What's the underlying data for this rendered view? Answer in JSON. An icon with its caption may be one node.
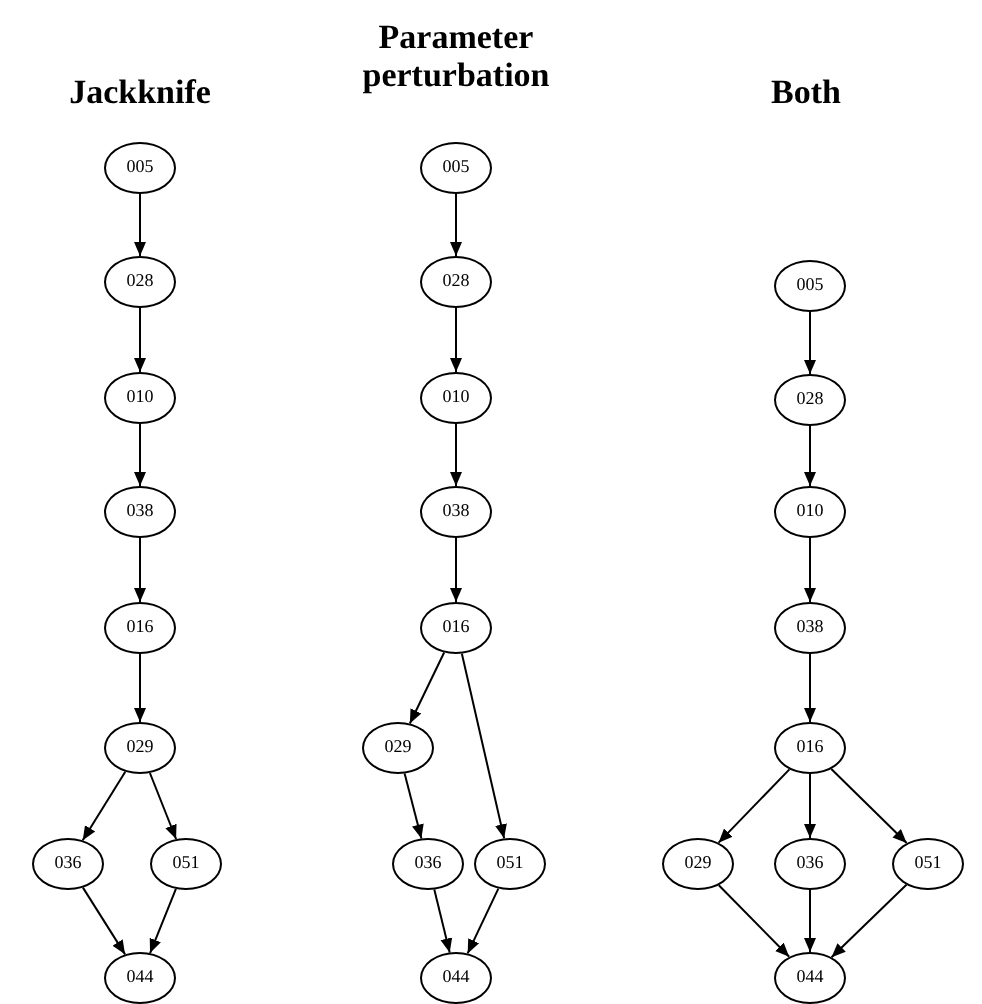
{
  "diagram": {
    "nodes": [
      {
        "text": [
          "005"
        ]
      },
      {
        "text": [
          "028"
        ]
      },
      {
        "text": [
          "010"
        ]
      },
      {
        "text": [
          "038"
        ]
      },
      {
        "text": [
          "016"
        ]
      },
      {
        "text": [
          "029"
        ]
      },
      {
        "text": [
          "036"
        ]
      },
      {
        "text": [
          "051"
        ]
      },
      {
        "text": [
          "044"
        ]
      },
      {
        "text": [
          "005"
        ]
      },
      {
        "text": [
          "028"
        ]
      },
      {
        "text": [
          "010"
        ]
      },
      {
        "text": [
          "038"
        ]
      },
      {
        "text": [
          "016"
        ]
      },
      {
        "text": [
          "029"
        ]
      },
      {
        "text": [
          "036"
        ]
      },
      {
        "text": [
          "051"
        ]
      },
      {
        "text": [
          "044"
        ]
      },
      {
        "text": [
          "005"
        ]
      },
      {
        "text": [
          "028"
        ]
      },
      {
        "text": [
          "010"
        ]
      },
      {
        "text": [
          "038"
        ]
      },
      {
        "text": [
          "016"
        ]
      },
      {
        "text": [
          "029"
        ]
      },
      {
        "text": [
          "036"
        ]
      },
      {
        "text": [
          "051"
        ]
      },
      {
        "text": [
          "044"
        ]
      }
    ],
    "edges": [
      {
        "from": 0,
        "to": 1,
        "arrow": "to"
      },
      {
        "from": 1,
        "to": 2,
        "arrow": "to"
      },
      {
        "from": 2,
        "to": 3,
        "arrow": "to"
      },
      {
        "from": 3,
        "to": 4,
        "arrow": "to"
      },
      {
        "from": 4,
        "to": 5,
        "arrow": "to"
      },
      {
        "from": 5,
        "to": 6,
        "arrow": "to"
      },
      {
        "from": 5,
        "to": 7,
        "arrow": "to"
      },
      {
        "from": 6,
        "to": 8,
        "arrow": "to"
      },
      {
        "from": 7,
        "to": 8,
        "arrow": "to"
      },
      {
        "from": 9,
        "to": 10,
        "arrow": "to"
      },
      {
        "from": 10,
        "to": 11,
        "arrow": "to"
      },
      {
        "from": 11,
        "to": 12,
        "arrow": "to"
      },
      {
        "from": 12,
        "to": 13,
        "arrow": "to"
      },
      {
        "from": 13,
        "to": 14,
        "arrow": "to"
      },
      {
        "from": 13,
        "to": 16,
        "arrow": "to"
      },
      {
        "from": 14,
        "to": 15,
        "arrow": "to"
      },
      {
        "from": 15,
        "to": 17,
        "arrow": "to"
      },
      {
        "from": 16,
        "to": 17,
        "arrow": "to"
      },
      {
        "from": 18,
        "to": 19,
        "arrow": "to"
      },
      {
        "from": 19,
        "to": 20,
        "arrow": "to"
      },
      {
        "from": 20,
        "to": 21,
        "arrow": "to"
      },
      {
        "from": 21,
        "to": 22,
        "arrow": "to"
      },
      {
        "from": 22,
        "to": 23,
        "arrow": "to"
      },
      {
        "from": 22,
        "to": 24,
        "arrow": "to"
      },
      {
        "from": 22,
        "to": 25,
        "arrow": "to"
      },
      {
        "from": 23,
        "to": 26,
        "arrow": "to"
      },
      {
        "from": 24,
        "to": 26,
        "arrow": "to"
      },
      {
        "from": 25,
        "to": 26,
        "arrow": "to"
      }
    ],
    "labels": [
      "Jackknife",
      "Parameter perturbation",
      "Both"
    ]
  }
}
